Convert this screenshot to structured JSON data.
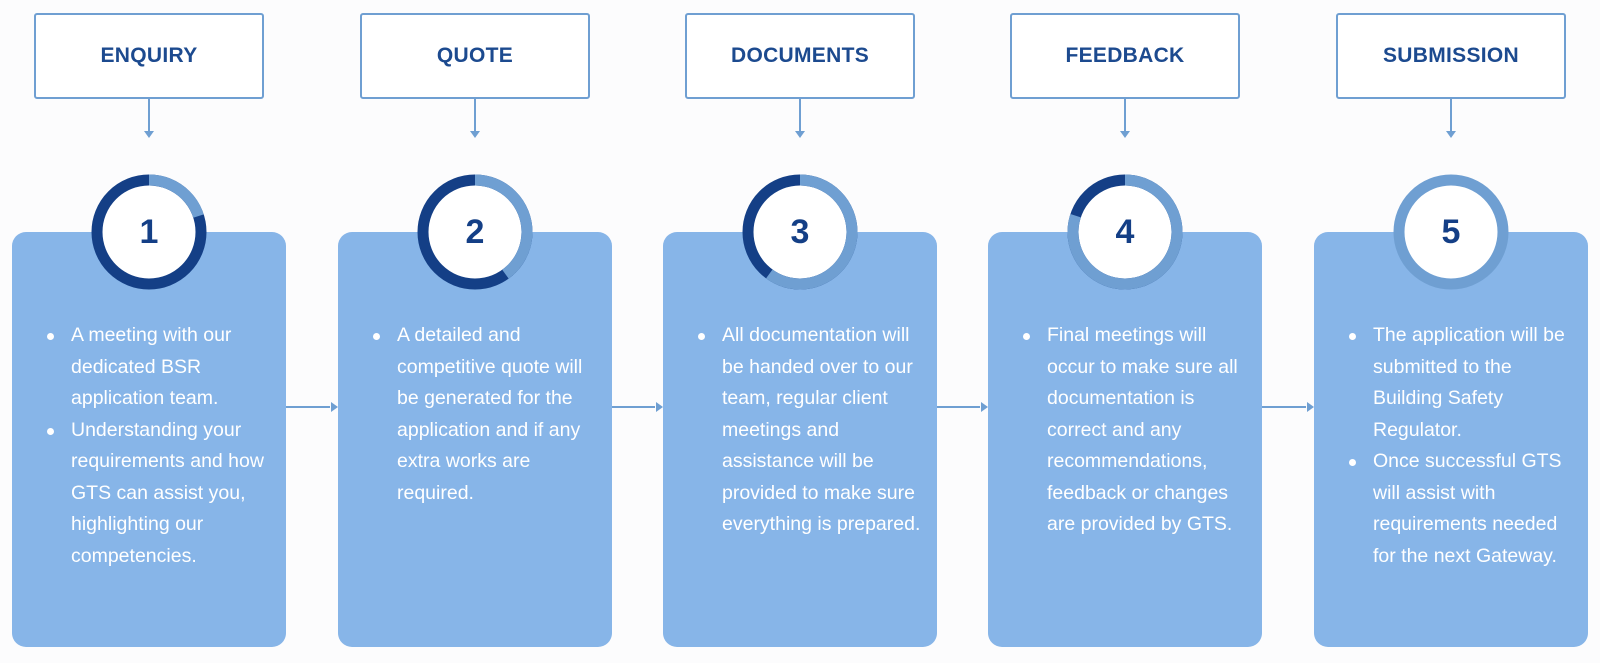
{
  "colors": {
    "card_fill": "#87b5e8",
    "ring_light": "#6f9fd2",
    "ring_dark": "#143f86",
    "heading_text": "#1c4a8f",
    "connector": "#6f9fd2"
  },
  "steps": [
    {
      "heading": "ENQUIRY",
      "number": "1",
      "progress": 0.2,
      "bullets": [
        "A meeting with our dedicated BSR application team.",
        "Understanding your requirements and how GTS can assist you, highlighting our competencies."
      ]
    },
    {
      "heading": "QUOTE",
      "number": "2",
      "progress": 0.4,
      "bullets": [
        "A detailed and competitive quote will be generated for the application and if any extra works are required."
      ]
    },
    {
      "heading": "DOCUMENTS",
      "number": "3",
      "progress": 0.6,
      "bullets": [
        "All documentation will  be handed over to our team, regular client meetings and assistance will be provided to make sure everything is prepared."
      ]
    },
    {
      "heading": "FEEDBACK",
      "number": "4",
      "progress": 0.8,
      "bullets": [
        "Final meetings will occur to make sure all documentation is correct and any recommendations, feedback or changes are provided by GTS."
      ]
    },
    {
      "heading": "SUBMISSION",
      "number": "5",
      "progress": 1.0,
      "bullets": [
        "The application will be submitted to the Building Safety Regulator.",
        "Once successful GTS will assist with requirements needed for the next Gateway."
      ]
    }
  ]
}
